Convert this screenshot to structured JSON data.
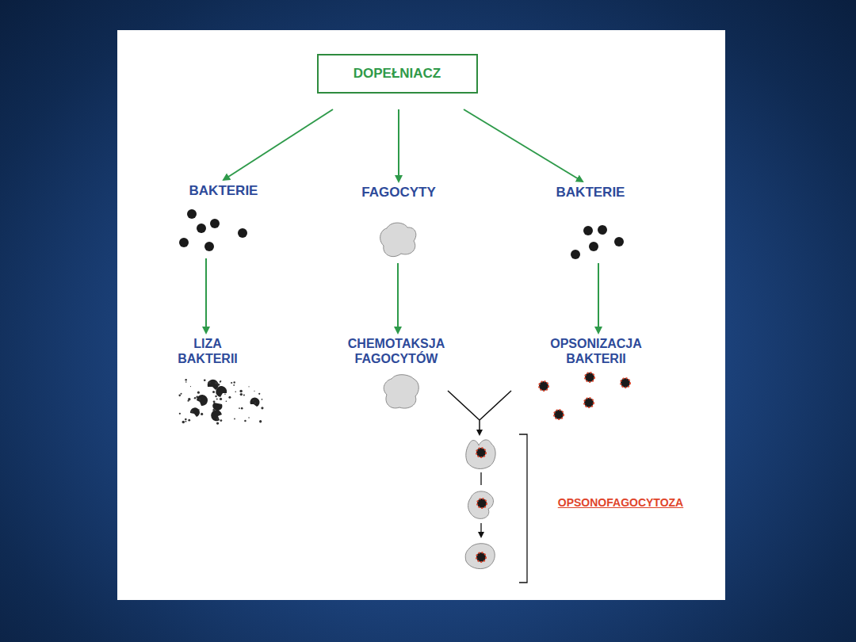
{
  "diagram": {
    "nodes": [
      {
        "text": [
          "DOPEŁNIACZ"
        ]
      },
      {
        "text": [
          "BAKTERIE"
        ]
      },
      {
        "text": [
          "FAGOCYTY"
        ]
      },
      {
        "text": [
          "BAKTERIE"
        ]
      },
      {
        "text": [
          "LIZA BAKTERII"
        ]
      },
      {
        "text": [
          "CHEMOTAKSJA FAGOCYTÓW"
        ]
      },
      {
        "text": [
          "OPSONIZACJA BAKTERII"
        ]
      },
      {
        "text": [
          "OPSONOFAGOCYTOZA"
        ]
      }
    ],
    "edges": [
      {
        "from": 0,
        "to": 1,
        "arrow": "to"
      },
      {
        "from": 0,
        "to": 2,
        "arrow": "to"
      },
      {
        "from": 0,
        "to": 3,
        "arrow": "to"
      },
      {
        "from": 1,
        "to": 4,
        "arrow": "to"
      },
      {
        "from": 2,
        "to": 5,
        "arrow": "to"
      },
      {
        "from": 3,
        "to": 6,
        "arrow": "to"
      }
    ]
  }
}
